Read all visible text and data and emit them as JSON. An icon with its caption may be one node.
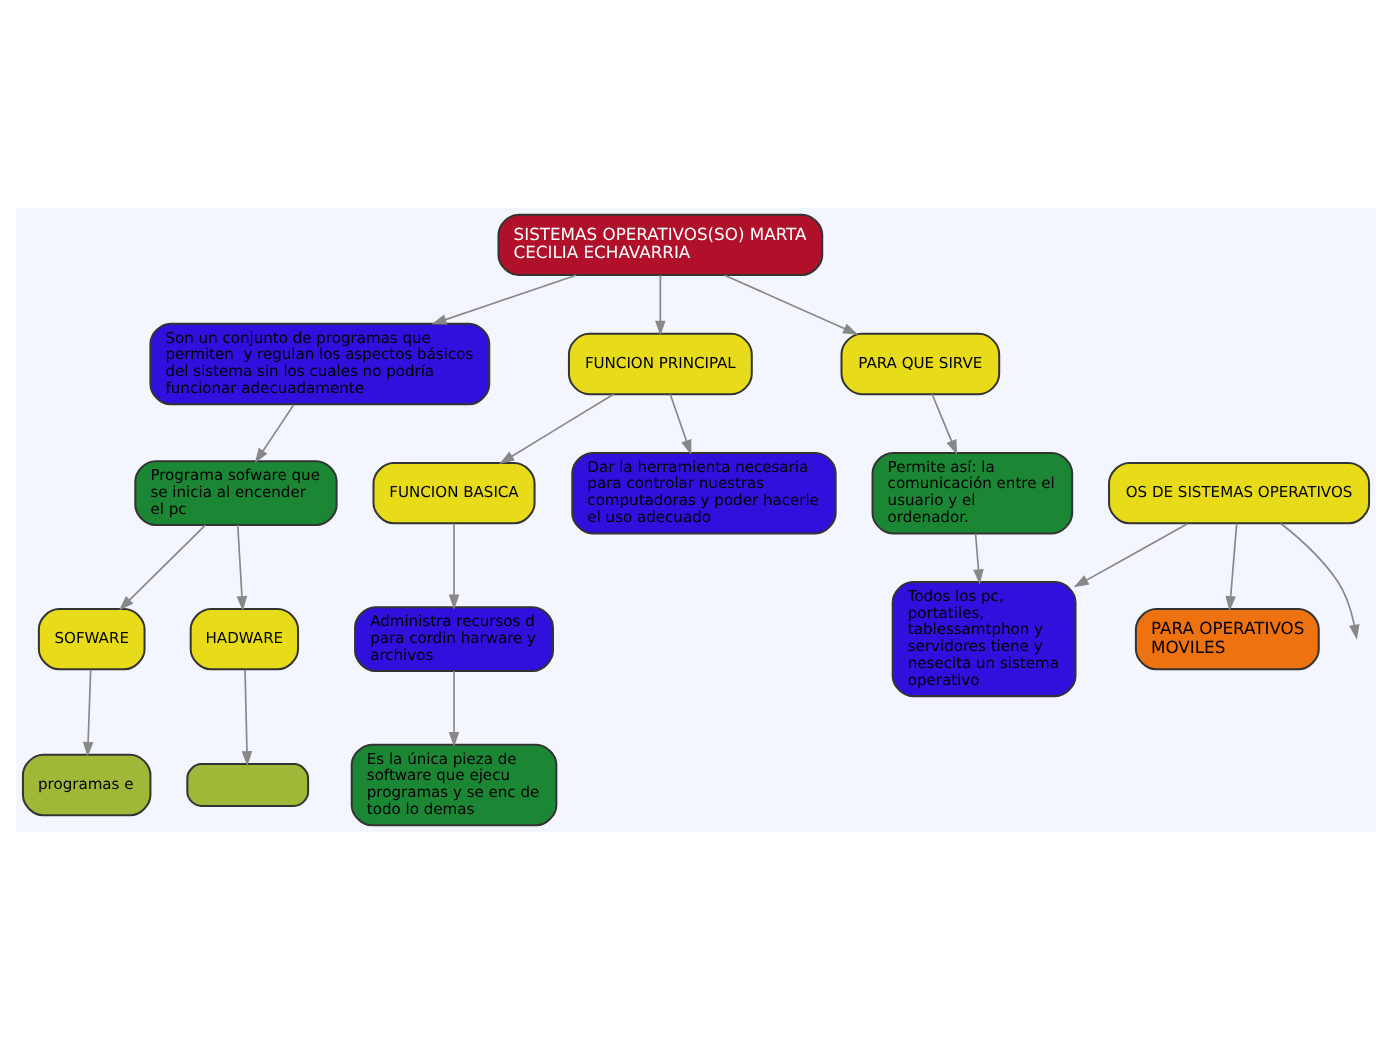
{
  "diagram": {
    "nodes": [
      {
        "text": [
          "SISTEMAS OPERATIVOS(SO) MARTA  CECILIA ECHAVARRIA"
        ]
      },
      {
        "text": [
          "PARA QUE SIRVE"
        ]
      },
      {
        "text": [
          "Permite así: la comunicación entre el usuario y el ordenador."
        ]
      },
      {
        "text": [
          "Todos los pc, portatiles, tablessamtphon y servidores tiene y nesecita un sistema operativo"
        ]
      },
      {
        "text": [
          "OS DE SISTEMAS OPERATIVOS"
        ]
      },
      {
        "text": [
          "PARA OPERATIVOS MOVILES"
        ]
      },
      {
        "text": [
          "Son un conjunto de programas que permiten  y regulan los aspectos básicos del sistema sin los cuales no podría funcionar adecuadamente"
        ]
      },
      {
        "text": [
          "Programa sofware que se inicia al encender el pc"
        ]
      },
      {
        "text": [
          "HADWARE"
        ]
      },
      {
        "text": [
          "SOFWARE"
        ]
      },
      {
        "text": [],
        "shape": "box"
      },
      {
        "text": [
          "programas e"
        ]
      },
      {
        "text": [
          "FUNCION PRINCIPAL"
        ]
      },
      {
        "text": [
          "Dar la herramienta necesaria para controlar nuestras computadoras y poder hacerle el uso adecuado"
        ]
      },
      {
        "text": [
          "FUNCION BASICA"
        ]
      },
      {
        "text": [
          "Administra recursos d para cordin harware y archivos"
        ]
      },
      {
        "text": [
          "Es la única pieza de software que ejecu programas y se enc de todo lo demas"
        ]
      }
    ],
    "edges": [
      {
        "from": 0,
        "to": 1,
        "arrow": "to"
      },
      {
        "from": 1,
        "to": 2,
        "arrow": "to"
      },
      {
        "from": 2,
        "to": 3,
        "arrow": "to"
      },
      {
        "from": 4,
        "to": 3,
        "arrow": "to"
      },
      {
        "from": 4,
        "to": 5,
        "arrow": "to"
      },
      {
        "from": 4,
        "to": null,
        "arrow": "to"
      },
      {
        "from": 0,
        "to": 6,
        "arrow": "to"
      },
      {
        "from": 6,
        "to": 7,
        "arrow": "to"
      },
      {
        "from": 7,
        "to": 8,
        "arrow": "to"
      },
      {
        "from": 7,
        "to": 9,
        "arrow": "to"
      },
      {
        "from": 8,
        "to": 10,
        "arrow": "to"
      },
      {
        "from": 9,
        "to": 11,
        "arrow": "to"
      },
      {
        "from": 0,
        "to": 12,
        "arrow": "to"
      },
      {
        "from": 12,
        "to": 13,
        "arrow": "to"
      },
      {
        "from": 12,
        "to": 14,
        "arrow": "to"
      },
      {
        "from": 14,
        "to": 15,
        "arrow": "to"
      },
      {
        "from": 15,
        "to": 16,
        "arrow": "to"
      }
    ]
  }
}
